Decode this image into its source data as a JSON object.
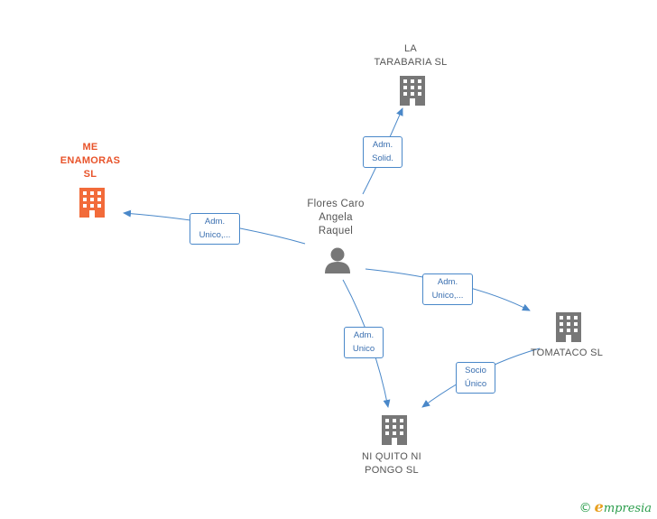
{
  "nodes": {
    "la_tarabaria": {
      "lines": [
        "LA",
        "TARABARIA  SL"
      ],
      "color": "#777777"
    },
    "me_enamoras": {
      "lines": [
        "ME",
        "ENAMORAS",
        "SL"
      ],
      "color": "#f26b3a"
    },
    "person": {
      "lines": [
        "Flores Caro",
        "Angela",
        "Raquel"
      ],
      "color": "#777777"
    },
    "tomataco": {
      "lines": [
        "TOMATACO  SL"
      ],
      "color": "#777777"
    },
    "ni_quito": {
      "lines": [
        "NI QUITO NI",
        "PONGO  SL"
      ],
      "color": "#777777"
    }
  },
  "edges": {
    "to_tarabaria": {
      "lines": [
        "Adm.",
        "Solid."
      ]
    },
    "to_enamoras": {
      "lines": [
        "Adm.",
        "Unico,..."
      ]
    },
    "to_tomataco": {
      "lines": [
        "Adm.",
        "Unico,..."
      ]
    },
    "to_ni_quito": {
      "lines": [
        "Adm.",
        "Unico"
      ]
    },
    "tomataco_to_ni_quito": {
      "lines": [
        "Socio",
        "Único"
      ]
    }
  },
  "colors": {
    "edge": "#4a88c9",
    "accent": "#f26b3a",
    "building": "#777777",
    "person": "#777777"
  },
  "footer": {
    "copyright": "©",
    "brand_initial": "e",
    "brand_rest": "mpresia"
  }
}
